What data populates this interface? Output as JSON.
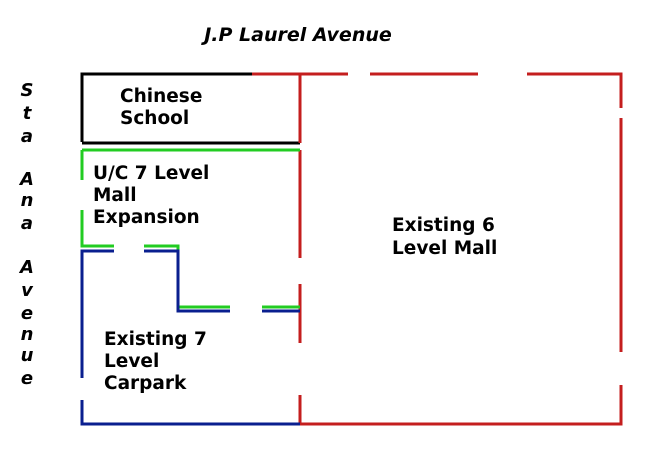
{
  "streets": {
    "top": "J.P Laurel Avenue",
    "left": [
      "S",
      "t",
      "a",
      "A",
      "n",
      "a",
      "A",
      "v",
      "e",
      "n",
      "u",
      "e"
    ]
  },
  "areas": {
    "chinese_school": [
      "Chinese",
      "School"
    ],
    "mall_expansion": [
      "U/C 7 Level",
      "Mall",
      "Expansion"
    ],
    "carpark": [
      "Existing 7",
      "Level",
      "Carpark"
    ],
    "existing_mall": [
      "Existing 6",
      "Level Mall"
    ]
  },
  "colors": {
    "chinese_school": "#000000",
    "mall_expansion": "#22cc22",
    "carpark": "#0a1f8f",
    "existing_mall": "#c41e1e"
  }
}
